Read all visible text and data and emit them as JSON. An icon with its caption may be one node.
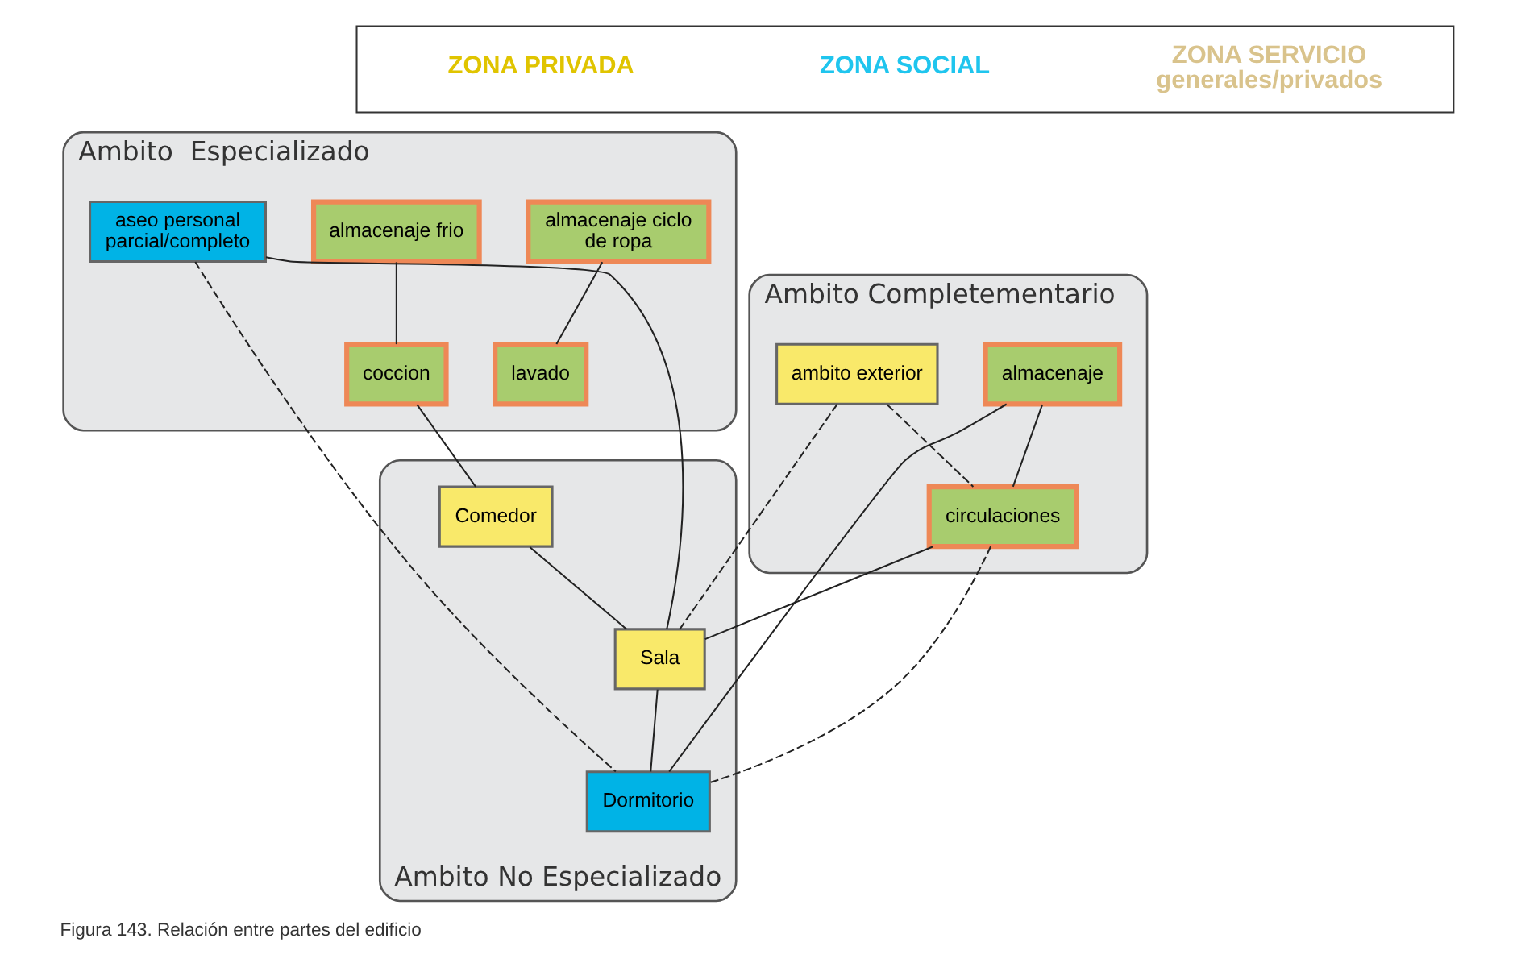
{
  "diagram": {
    "caption": "Figura 143. Relación entre partes del edificio",
    "nodes": [
      {
        "text": [
          "Ambito Completementario"
        ]
      },
      {
        "text": [
          "circulaciones"
        ],
        "in": 0
      },
      {
        "text": [
          "ambito exterior"
        ],
        "in": 0
      },
      {
        "text": [
          "almacenaje"
        ],
        "in": 0
      },
      {
        "text": [
          "Ambito  Especializado"
        ]
      },
      {
        "text": [
          "almacenaje ciclo de ropa"
        ],
        "in": 4
      },
      {
        "text": [
          "lavado"
        ],
        "in": 4
      },
      {
        "text": [
          "almacenaje frio"
        ],
        "in": 4
      },
      {
        "text": [
          "aseo personal parcial/completo"
        ],
        "in": 4
      },
      {
        "text": [
          "coccion"
        ],
        "in": 4
      },
      {
        "text": [
          "Ambito No Especializado"
        ]
      },
      {
        "text": [
          "Comedor"
        ],
        "in": 10
      },
      {
        "text": [
          "Sala"
        ],
        "in": 10
      },
      {
        "text": [
          "Dormitorio"
        ],
        "in": 10
      }
    ],
    "edges": [
      {
        "from": 2,
        "to": 1,
        "arrow": "none",
        "style": "dashed"
      },
      {
        "from": 3,
        "to": 1,
        "arrow": "none"
      },
      {
        "from": 2,
        "to": 12,
        "arrow": "none",
        "style": "dashed"
      },
      {
        "from": 1,
        "to": 12,
        "arrow": "none"
      },
      {
        "from": 1,
        "to": 13,
        "arrow": "none",
        "style": "dashed"
      },
      {
        "from": 3,
        "to": 13,
        "arrow": "none"
      },
      {
        "from": 5,
        "to": 6,
        "arrow": "none"
      },
      {
        "from": 7,
        "to": 9,
        "arrow": "none"
      },
      {
        "from": 9,
        "to": 11,
        "arrow": "none"
      },
      {
        "from": 8,
        "to": 12,
        "arrow": "none"
      },
      {
        "from": 8,
        "to": 13,
        "arrow": "none",
        "style": "dashed"
      },
      {
        "from": 11,
        "to": 12,
        "arrow": "none"
      },
      {
        "from": 12,
        "to": 13,
        "arrow": "none"
      }
    ],
    "legend": [
      {
        "text": "ZONA PRIVADA",
        "color": "#e0c400"
      },
      {
        "text": "ZONA SOCIAL",
        "color": "#1fc5ee"
      },
      {
        "text": "ZONA SERVICIO generales/privados",
        "color": "#d9c38c"
      }
    ]
  }
}
